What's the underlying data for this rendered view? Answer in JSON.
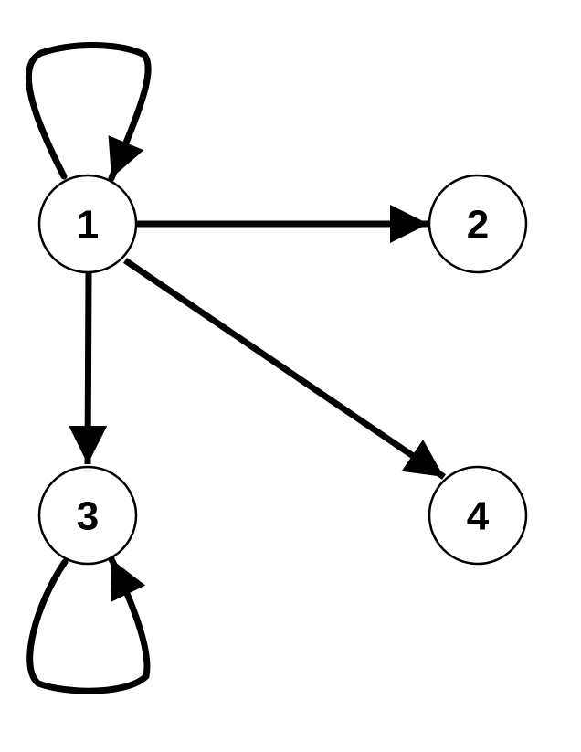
{
  "graph": {
    "nodes": [
      {
        "id": "1",
        "label": "1"
      },
      {
        "id": "2",
        "label": "2"
      },
      {
        "id": "3",
        "label": "3"
      },
      {
        "id": "4",
        "label": "4"
      }
    ],
    "edges": [
      {
        "from": "1",
        "to": "1",
        "kind": "self-loop"
      },
      {
        "from": "1",
        "to": "2",
        "kind": "directed"
      },
      {
        "from": "1",
        "to": "3",
        "kind": "directed"
      },
      {
        "from": "1",
        "to": "4",
        "kind": "directed"
      },
      {
        "from": "3",
        "to": "3",
        "kind": "self-loop"
      }
    ],
    "colors": {
      "stroke": "#000000",
      "node_fill": "#ffffff",
      "background": "#ffffff"
    }
  }
}
